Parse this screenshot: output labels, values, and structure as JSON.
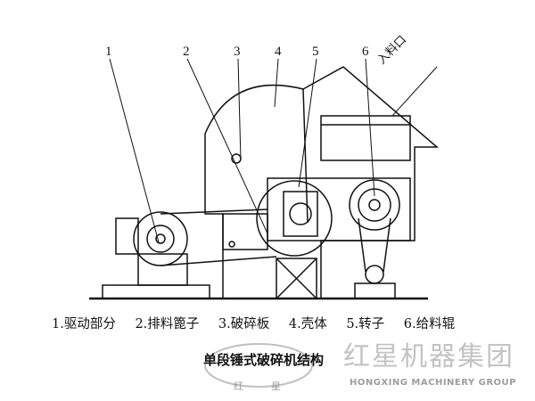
{
  "diagram": {
    "callouts": [
      "1",
      "2",
      "3",
      "4",
      "5",
      "6"
    ],
    "feed_inlet_label": "入料口",
    "legend": [
      "1.驱动部分",
      "2.排料篦子",
      "3.破碎板",
      "4.壳体",
      "5.转子",
      "6.给料辊"
    ],
    "caption": "单段锤式破碎机结构"
  },
  "watermark": {
    "brand_cn": "红星机器集团",
    "brand_en": "HONGXING MACHINERY GROUP",
    "seal_text": "红  星"
  }
}
